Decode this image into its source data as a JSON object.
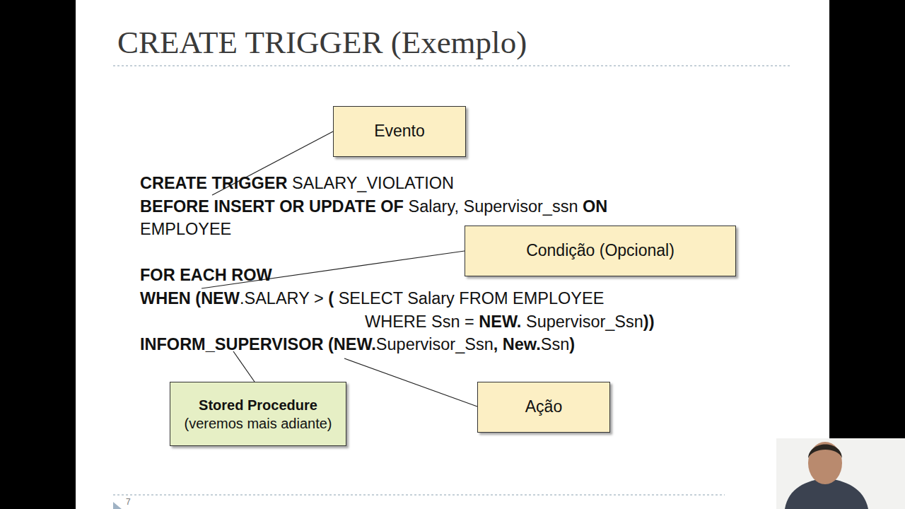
{
  "diagram": {
    "title": "CREATE TRIGGER (Exemplo)",
    "nodes": [
      {
        "text": [
          "Evento"
        ]
      },
      {
        "text": [
          "Condição (Opcional)"
        ]
      },
      {
        "text": [
          "Stored Procedure",
          "(veremos mais adiante)"
        ]
      },
      {
        "text": [
          "Ação"
        ]
      }
    ],
    "edges": [],
    "labels": [
      "CREATE TRIGGER",
      "SALARY_VIOLATION",
      "BEFORE INSERT OR UPDATE OF",
      "Salary, Supervisor_ssn",
      "ON",
      "EMPLOYEE",
      "FOR EACH ROW",
      "WHEN (NEW",
      ".SALARY >",
      "(",
      "SELECT Salary FROM EMPLOYEE",
      "WHERE Ssn =",
      "NEW.",
      "Supervisor_Ssn",
      "))",
      "INFORM_SUPERVISOR (NEW.",
      "Supervisor_Ssn",
      ", New.",
      "Ssn",
      ")",
      "7"
    ]
  }
}
